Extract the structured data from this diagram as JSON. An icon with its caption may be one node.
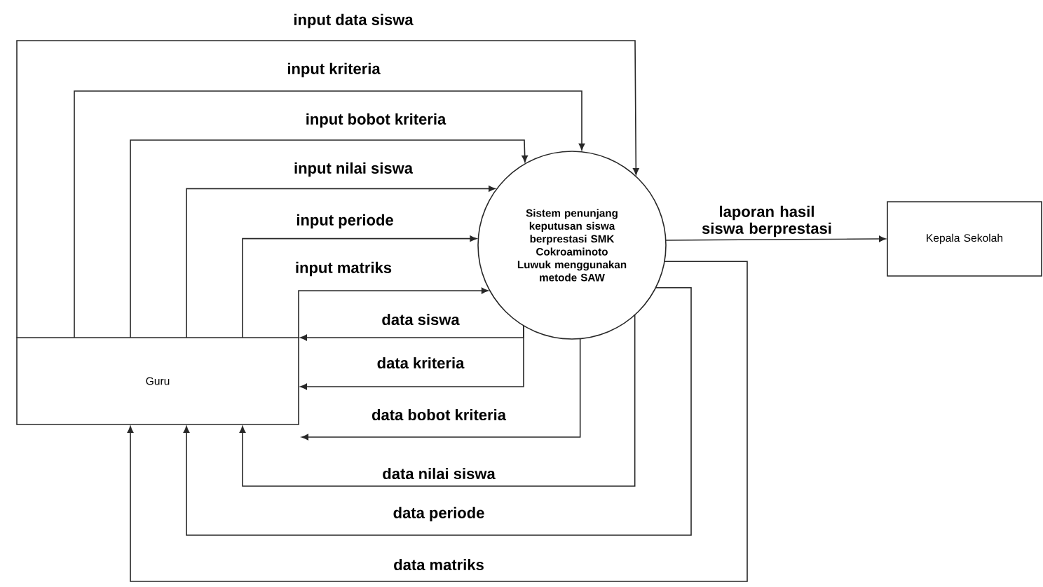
{
  "diagram": {
    "nodes": [
      {
        "text": [
          "Guru"
        ]
      },
      {
        "text": [
          "Sistem penunjang keputusan siswa berprestasi SMK Cokroaminoto Luwuk menggunakan metode SAW"
        ]
      },
      {
        "text": [
          "Kepala Sekolah"
        ]
      }
    ],
    "edges": [
      {
        "from": 0,
        "to": 1,
        "arrow": "to",
        "label": "input data siswa"
      },
      {
        "from": 0,
        "to": 1,
        "arrow": "to",
        "label": "input kriteria"
      },
      {
        "from": 0,
        "to": 1,
        "arrow": "to",
        "label": "input bobot kriteria"
      },
      {
        "from": 0,
        "to": 1,
        "arrow": "to",
        "label": "input nilai siswa"
      },
      {
        "from": 0,
        "to": 1,
        "arrow": "to",
        "label": "input periode"
      },
      {
        "from": 0,
        "to": 1,
        "arrow": "to",
        "label": "input matriks"
      },
      {
        "from": 1,
        "to": 0,
        "arrow": "to",
        "label": "data siswa"
      },
      {
        "from": 1,
        "to": 0,
        "arrow": "to",
        "label": "data kriteria"
      },
      {
        "from": 1,
        "to": 0,
        "arrow": "to",
        "label": "data bobot kriteria"
      },
      {
        "from": 1,
        "to": 0,
        "arrow": "to",
        "label": "data nilai siswa"
      },
      {
        "from": 1,
        "to": 0,
        "arrow": "to",
        "label": "data periode"
      },
      {
        "from": 1,
        "to": 0,
        "arrow": "to",
        "label": "data matriks"
      },
      {
        "from": 1,
        "to": 2,
        "arrow": "to",
        "label": "laporan hasil siswa berprestasi"
      }
    ]
  }
}
